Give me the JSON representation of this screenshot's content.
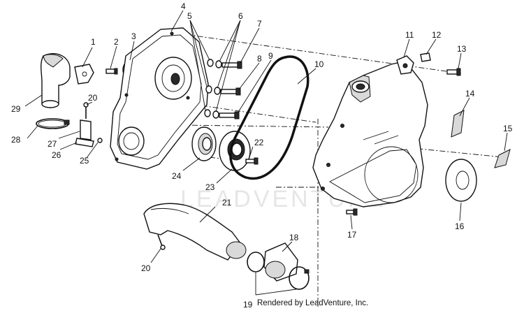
{
  "watermark": "LEADVENTURE",
  "credit": "Rendered by LeadVenture, Inc.",
  "callouts": {
    "c1": "1",
    "c2": "2",
    "c3": "3",
    "c4": "4",
    "c5": "5",
    "c6": "6",
    "c7": "7",
    "c8": "8",
    "c9": "9",
    "c10": "10",
    "c11": "11",
    "c12": "12",
    "c13": "13",
    "c14": "14",
    "c15": "15",
    "c16": "16",
    "c17": "17",
    "c18": "18",
    "c19": "19",
    "c20a": "20",
    "c20b": "20",
    "c21": "21",
    "c22": "22",
    "c23": "23",
    "c24": "24",
    "c25": "25",
    "c26": "26",
    "c27": "27",
    "c28": "28",
    "c29": "29"
  }
}
